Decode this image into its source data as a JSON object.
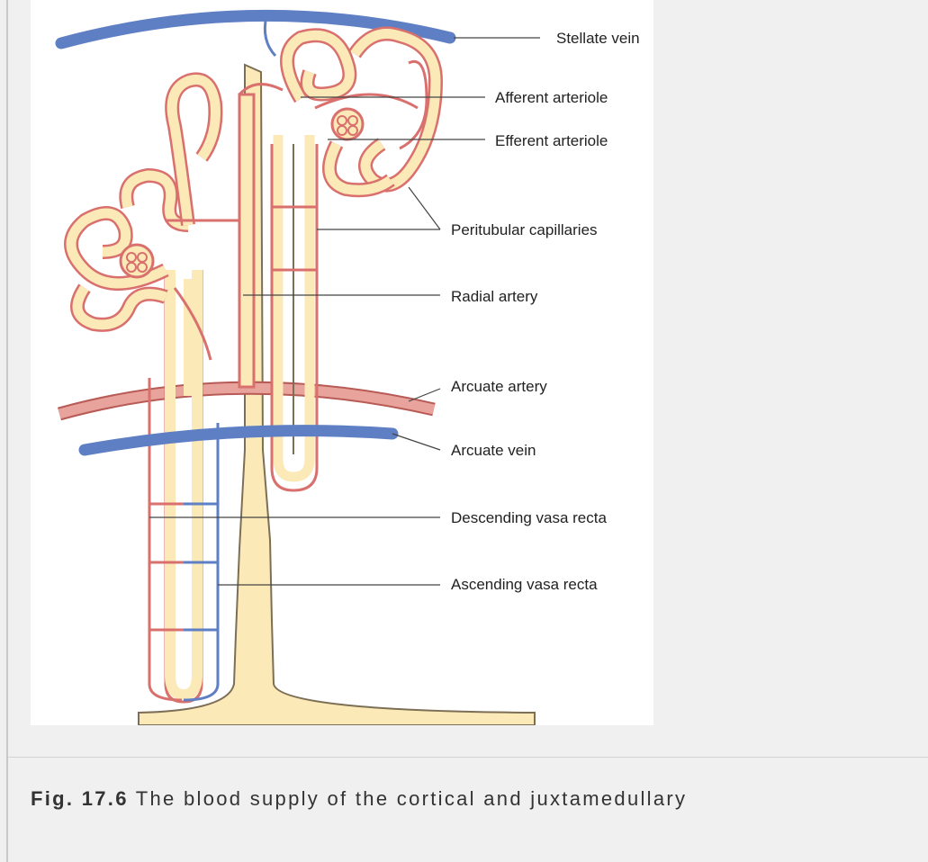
{
  "diagram": {
    "labels": {
      "stellate_vein": "Stellate vein",
      "afferent_arteriole": "Afferent arteriole",
      "efferent_arteriole": "Efferent arteriole",
      "peritubular_capillaries": "Peritubular capillaries",
      "radial_artery": "Radial artery",
      "arcuate_artery": "Arcuate artery",
      "arcuate_vein": "Arcuate vein",
      "descending_vasa_recta": "Descending vasa recta",
      "ascending_vasa_recta": "Ascending vasa recta"
    },
    "colors": {
      "tubule_fill": "#fbeab7",
      "capillary_stroke": "#d9706d",
      "artery_fill": "#e8a39c",
      "vein_blue": "#5f7fc4"
    }
  },
  "caption": {
    "figure_number": "Fig. 17.6",
    "text": "The blood supply of the cortical and juxtamedullary"
  }
}
